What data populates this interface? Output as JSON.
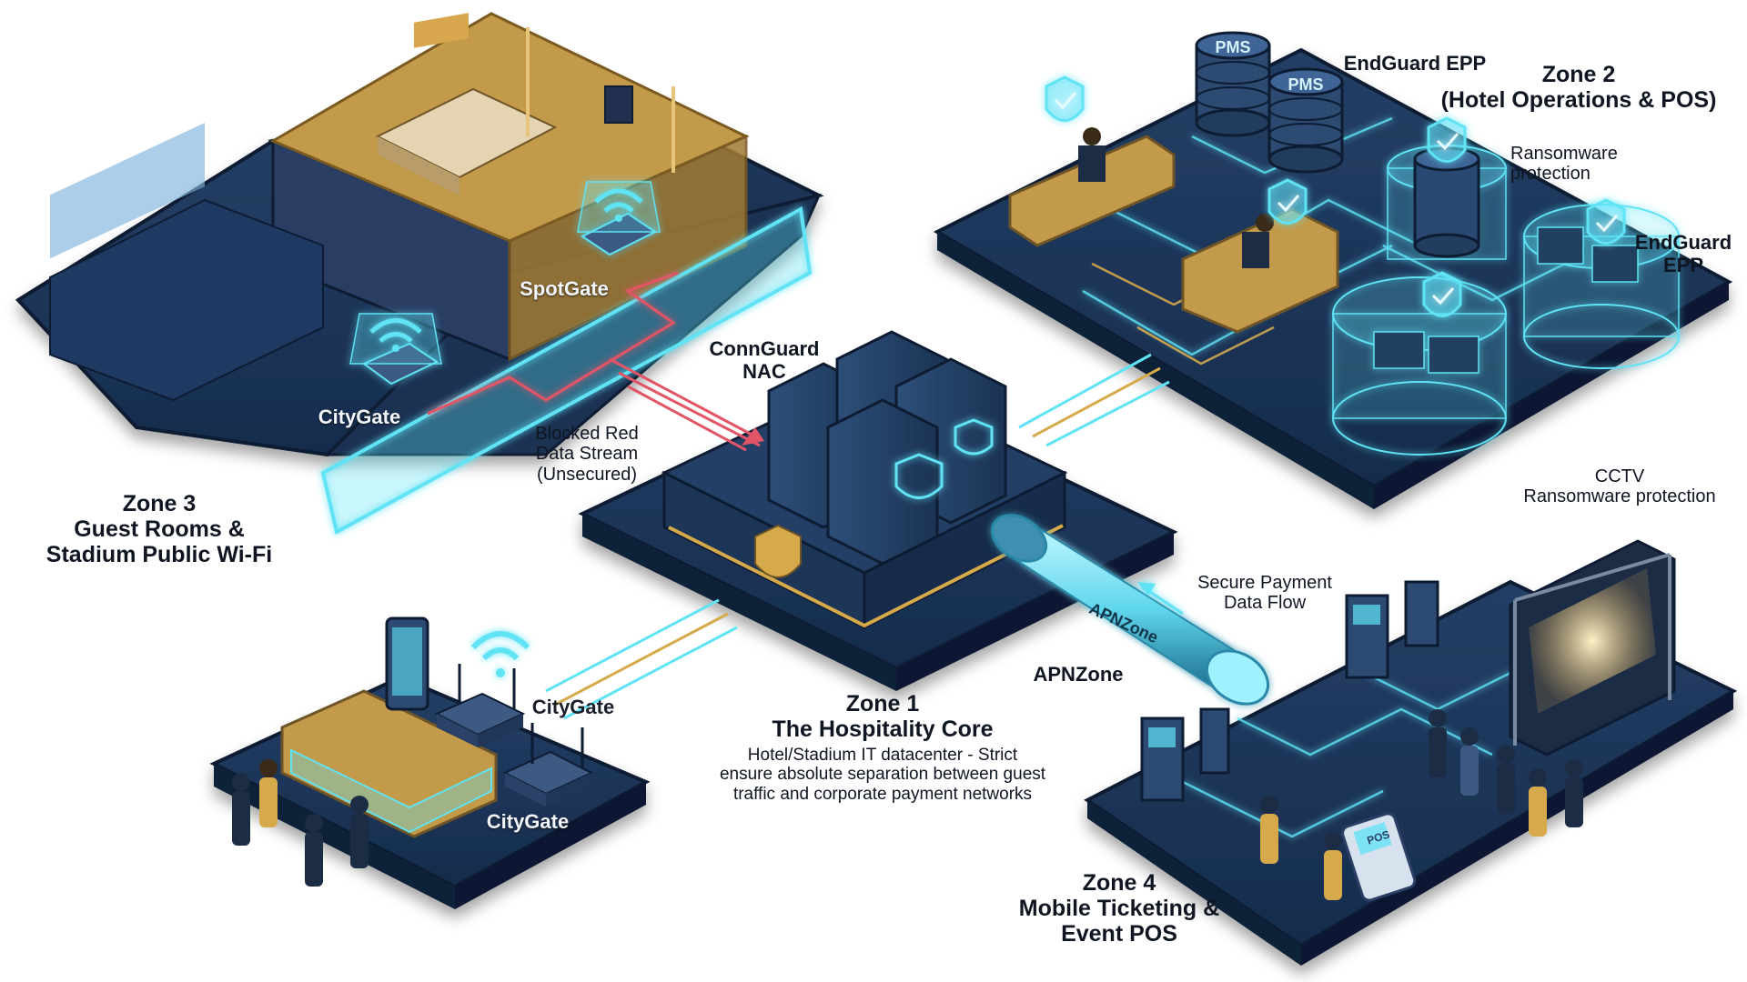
{
  "colors": {
    "platform": "#1e3556",
    "platform_edge": "#0e1c33",
    "glow": "#5fe3f5",
    "gold": "#d6a94a",
    "red_stream": "#e25566",
    "server": "#2a4a6f",
    "shield": "#74e6f2"
  },
  "zone1": {
    "title_line1": "Zone 1",
    "title_line2": "The Hospitality Core",
    "desc_line1": "Hotel/Stadium IT datacenter - Strict",
    "desc_line2": "ensure absolute separation between guest",
    "desc_line3": "traffic and corporate payment networks"
  },
  "zone2": {
    "title_line1": "Zone 2",
    "title_line2": "(Hotel Operations & POS)",
    "endguard_top": "EndGuard EPP",
    "pms_1": "PMS",
    "pms_2": "PMS",
    "ransomware_line1": "Ransomware",
    "ransomware_line2": "protection",
    "endguard_right_line1": "EndGuard",
    "endguard_right_line2": "EPP",
    "cctv_line1": "CCTV",
    "cctv_line2": "Ransomware protection"
  },
  "zone3": {
    "title_line1": "Zone 3",
    "title_line2": "Guest Rooms &",
    "title_line3": "Stadium Public Wi-Fi",
    "spotgate": "SpotGate",
    "citygate": "CityGate"
  },
  "zone4": {
    "title_line1": "Zone 4",
    "title_line2": "Mobile Ticketing &",
    "title_line3": "Event POS",
    "pos_label": "POS"
  },
  "core": {
    "connguard_line1": "ConnGuard",
    "connguard_line2": "NAC",
    "blocked_line1": "Blocked Red",
    "blocked_line2": "Data Stream",
    "blocked_line3": "(Unsecured)",
    "secure_line1": "Secure Payment",
    "secure_line2": "Data Flow",
    "apnzone": "APNZone",
    "apnzone_tube": "APNZone"
  },
  "lobby": {
    "citygate_top": "CityGate",
    "citygate_desk": "CityGate"
  },
  "icons": [
    "shield-check-icon",
    "wifi-icon",
    "server-rack-icon",
    "database-icon",
    "tube-icon",
    "router-icon"
  ]
}
